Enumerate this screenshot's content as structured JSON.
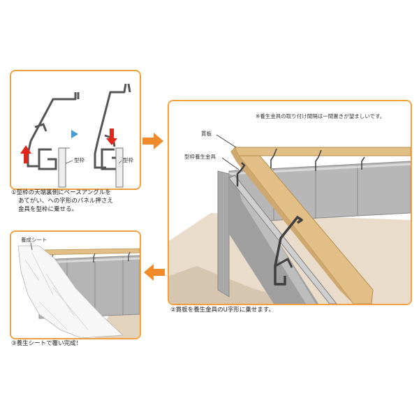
{
  "step1": {
    "caption_lines": [
      "①型枠の天端裏側にベースアングルを",
      "あてがい、への字形のパネル押さえ",
      "金具を型枠に乗せる。"
    ],
    "label_formwork_a": "型枠",
    "label_formwork_b": "型枠"
  },
  "step2": {
    "note": "※養生金具の取り付け間隔は一間置きが望ましいです。",
    "label_plank": "貫板",
    "label_bracket": "型枠養生金具",
    "caption": "②貫板を養生金具のU字形に乗せます。"
  },
  "step3": {
    "label_sheet": "養成シート",
    "caption": "③養生シートで覆い完成！"
  },
  "colors": {
    "panel_border": "#f0a040",
    "arrow_orange": "#f08a2a",
    "arrow_blue": "#4a9bd0",
    "up_arrow_red": "#e0271a",
    "plank": "#e2bf86",
    "steel": "#7e7e7e"
  }
}
